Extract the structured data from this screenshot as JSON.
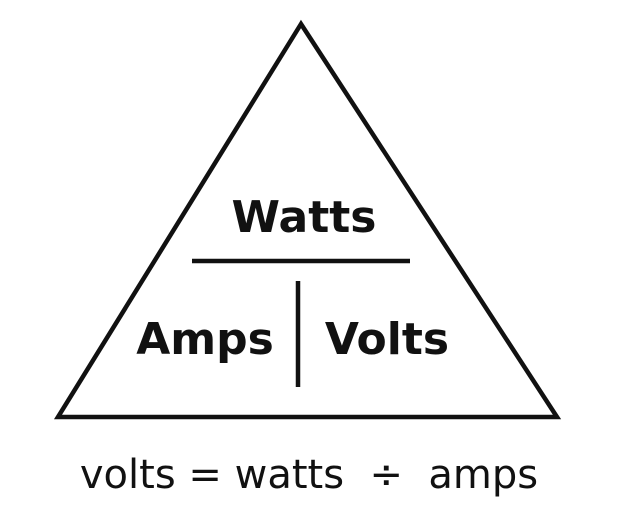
{
  "diagram": {
    "top_label": "Watts",
    "bottom_left_label": "Amps",
    "bottom_right_label": "Volts"
  },
  "formula": {
    "text": "volts = watts  ÷  amps"
  },
  "colors": {
    "stroke": "#111111",
    "text": "#111111",
    "background": "#ffffff"
  }
}
